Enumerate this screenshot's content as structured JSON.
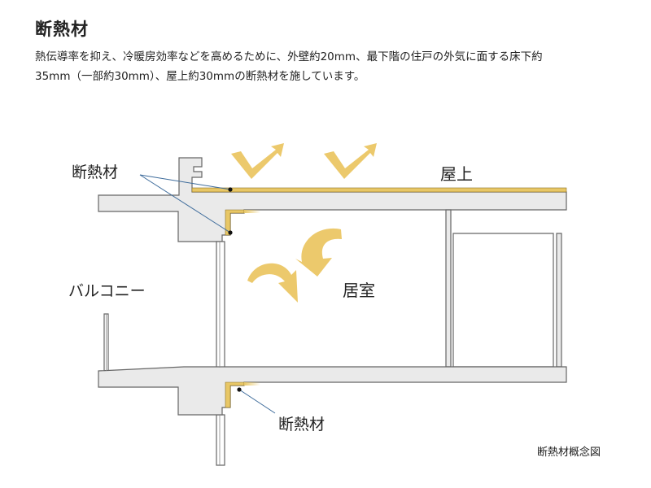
{
  "header": {
    "title": "断熱材",
    "description_line1": "熱伝導率を抑え、冷暖房効率などを高めるために、外壁約20mm、最下階の住戸の外気に面する床下約",
    "description_line2": "35mm（一部約30mm）、屋上約30mmの断熱材を施しています。"
  },
  "diagram": {
    "label_insulation_top": "断熱材",
    "label_rooftop": "屋上",
    "label_balcony": "バルコニー",
    "label_room": "居室",
    "label_insulation_bottom": "断熱材",
    "caption": "断熱材概念図"
  },
  "colors": {
    "insulation": "#e8c766",
    "structure_fill": "#eaeaea",
    "structure_stroke": "#666666",
    "leader_line": "#3d6b9b",
    "arrow": "#ecc96c"
  },
  "icons": {
    "airflow_arrow": "curved-arrow-icon",
    "heat_bounce": "bounce-arrow-icon"
  }
}
